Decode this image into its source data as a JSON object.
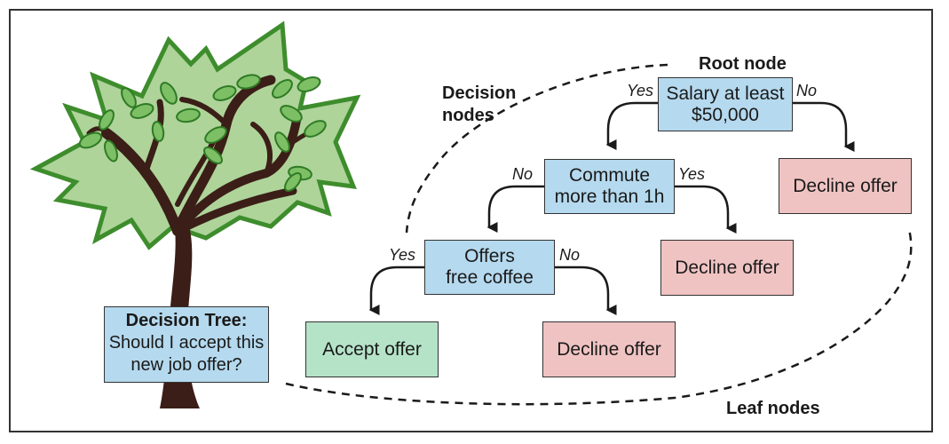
{
  "colors": {
    "decision_fill": "#b5d9ee",
    "reject_fill": "#f0c3c3",
    "accept_fill": "#b5e3c8",
    "leaf_green": "#aed49a",
    "leaf_stroke": "#3e8d2d",
    "trunk": "#3b1e17"
  },
  "tree_caption": {
    "title": "Decision Tree:",
    "text": "Should I accept this new job offer?"
  },
  "labels": {
    "root": "Root node",
    "decision": "Decision\nnodes",
    "leaf": "Leaf nodes"
  },
  "nodes": {
    "root": "Salary at least\n$50,000",
    "commute": "Commute\nmore than 1h",
    "coffee": "Offers\nfree coffee",
    "decline_1": "Decline offer",
    "decline_2": "Decline offer",
    "decline_3": "Decline offer",
    "accept": "Accept offer"
  },
  "branches": {
    "root_yes": "Yes",
    "root_no": "No",
    "commute_no": "No",
    "commute_yes": "Yes",
    "coffee_yes": "Yes",
    "coffee_no": "No"
  }
}
